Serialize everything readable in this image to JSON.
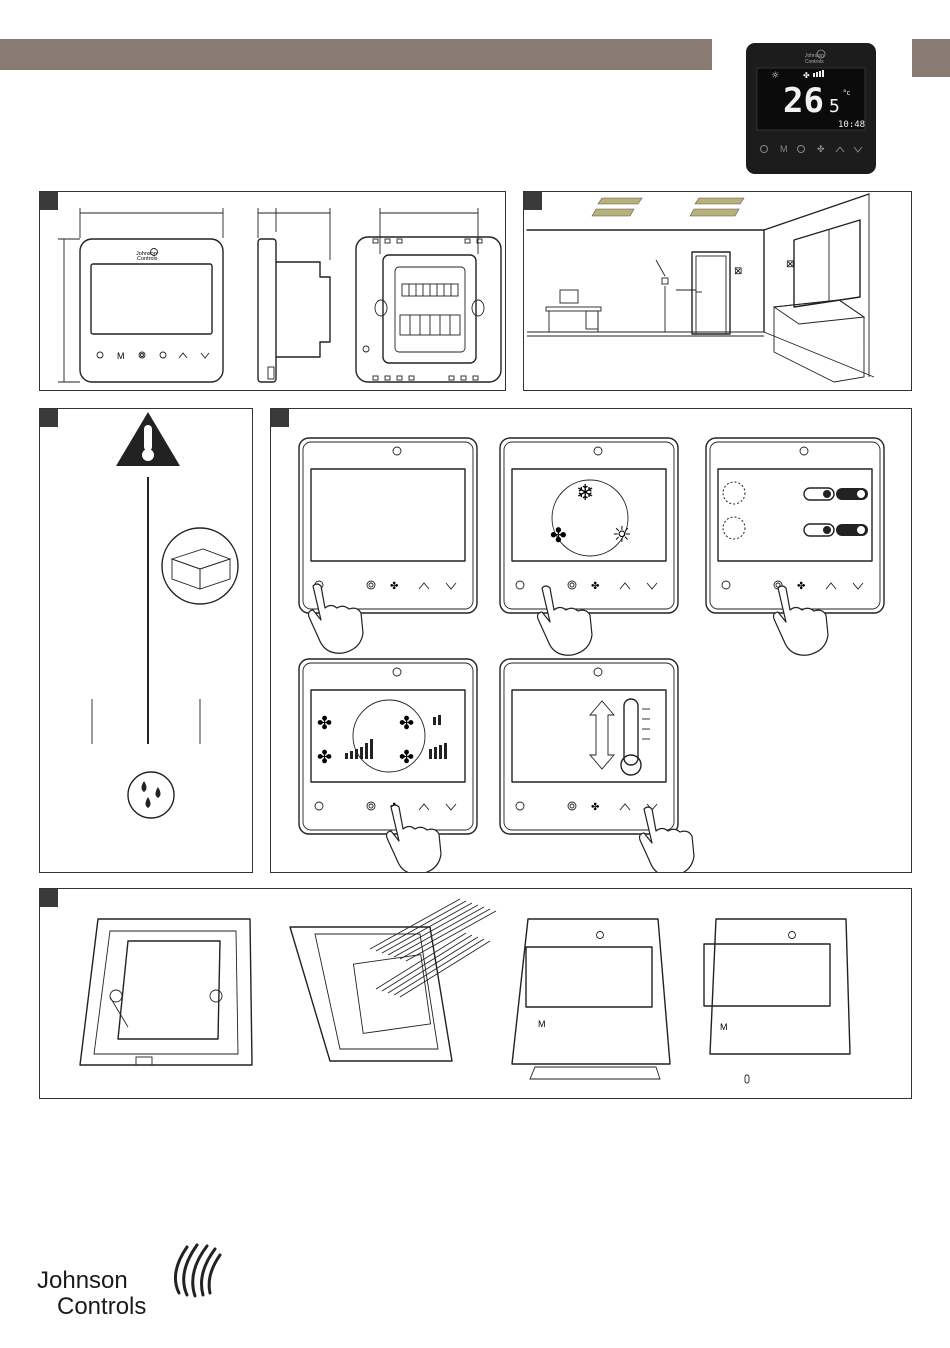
{
  "device": {
    "brand_line1": "Johnson",
    "brand_line2": "Controls",
    "temperature_main": "26",
    "temperature_decimal": "5",
    "temperature_unit": "°c",
    "clock": "10:48",
    "mode_button": "M"
  },
  "footer": {
    "logo_line1": "Johnson",
    "logo_line2": "Controls"
  },
  "colors": {
    "header_band": "#8a7a74",
    "device_body": "#1c1c1c",
    "panel_border": "#333333",
    "tag_fill": "#3a3a3a"
  }
}
